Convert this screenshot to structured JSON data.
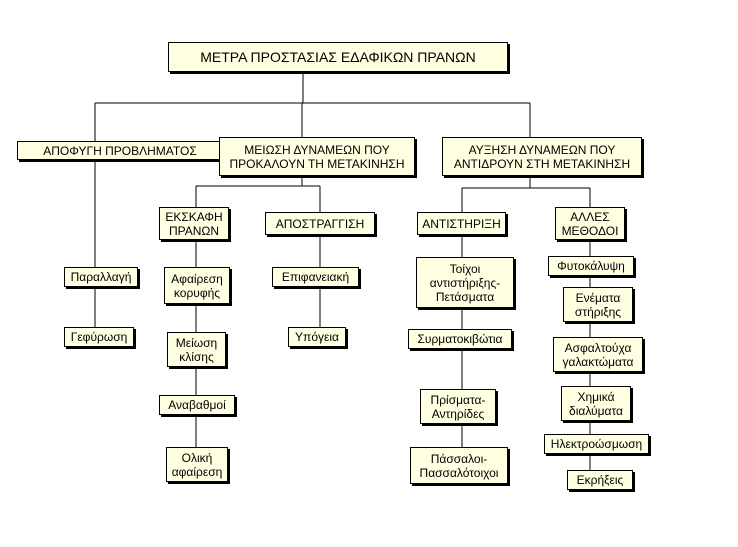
{
  "diagram": {
    "root": "ΜΕΤΡΑ ΠΡΟΣΤΑΣΙΑΣ ΕΔΑΦΙΚΩΝ ΠΡΑΝΩΝ",
    "avoid": {
      "label": "ΑΠΟΦΥΓΗ ΠΡΟΒΛΗΜΑΤΟΣ",
      "items": [
        "Παραλλαγή",
        "Γεφύρωση"
      ]
    },
    "reduce": {
      "label": "ΜΕΙΩΣΗ ΔΥΝΑΜΕΩΝ ΠΟΥ\nΠΡΟΚΑΛΟΥΝ ΤΗ ΜΕΤΑΚΙΝΗΣΗ",
      "excavation": {
        "label": "ΕΚΣΚΑΦΗ\nΠΡΑΝΩΝ",
        "items": [
          "Αφαίρεση\nκορυφής",
          "Μείωση\nκλίσης",
          "Αναβαθμοί",
          "Ολική\nαφαίρεση"
        ]
      },
      "drainage": {
        "label": "ΑΠΟΣΤΡΑΓΓΙΣΗ",
        "items": [
          "Επιφανειακή",
          "Υπόγεια"
        ]
      }
    },
    "increase": {
      "label": "ΑΥΞΗΣΗ ΔΥΝΑΜΕΩΝ ΠΟΥ\nΑΝΤΙΔΡΟΥΝ ΣΤΗ ΜΕΤΑΚΙΝΗΣΗ",
      "support": {
        "label": "ΑΝΤΙΣΤΗΡΙΞΗ",
        "items": [
          "Τοίχοι\nαντιστήριξης-\nΠετάσματα",
          "Συρματοκιβώτια",
          "Πρίσματα-\nΑντηρίδες",
          "Πάσσαλοι-\nΠασσαλότοιχοι"
        ]
      },
      "other": {
        "label": "ΑΛΛΕΣ\nΜΕΘΟΔΟΙ",
        "items": [
          "Φυτοκάλυψη",
          "Ενέματα\nστήριξης",
          "Ασφαλτούχα\nγαλακτώματα",
          "Χημικά\nδιαλύματα",
          "Ηλεκτροώσμωση",
          "Εκρήξεις"
        ]
      }
    }
  }
}
